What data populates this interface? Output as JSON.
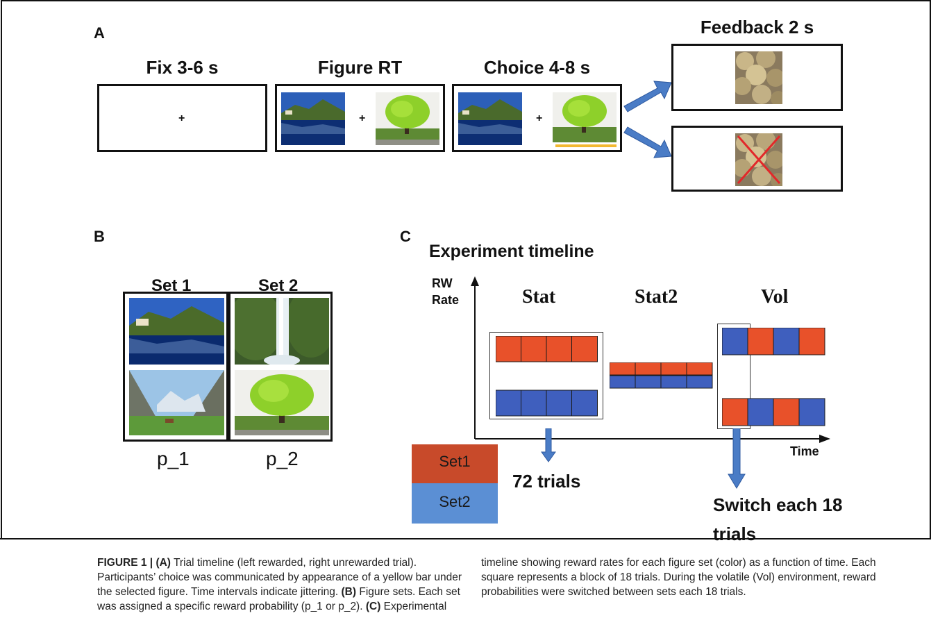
{
  "panels": {
    "a": "A",
    "b": "B",
    "c": "C"
  },
  "panelA": {
    "fix_label": "Fix 3-6 s",
    "figure_label": "Figure RT",
    "choice_label": "Choice 4-8 s",
    "feedback_label": "Feedback 2 s",
    "plus": "+"
  },
  "panelB": {
    "set1": "Set 1",
    "set2": "Set 2",
    "p1": "p_1",
    "p2": "p_2"
  },
  "panelC": {
    "title": "Experiment timeline",
    "yaxis": "RW\nRate",
    "yaxis_line1": "RW",
    "yaxis_line2": "Rate",
    "xaxis": "Time",
    "phases": [
      "Stat",
      "Stat2",
      "Vol"
    ],
    "legend": [
      "Set1",
      "Set2"
    ],
    "trials_note": "72 trials",
    "switch_note_line1": "Switch each 18",
    "switch_note_line2": "trials"
  },
  "colors": {
    "set1": "#e8512a",
    "set2": "#3f5fbe",
    "legend_set1": "#c84a2a",
    "legend_set2": "#5b8fd4",
    "arrow": "#4a7cc6",
    "yellow": "#f2b830"
  },
  "caption": {
    "fig": "FIGURE 1 |",
    "a_tag": "(A)",
    "a_text": " Trial timeline (left rewarded, right unrewarded trial). Participants’ choice was communicated by appearance of a yellow bar under the selected figure. Time intervals indicate jittering. ",
    "b_tag": "(B)",
    "b_text": " Figure sets. Each set was assigned a specific reward probability (p_1 or p_2). ",
    "c_tag": "(C)",
    "c_text_left": " Experimental",
    "c_text_right": "timeline showing reward rates for each figure set (color) as a function of time. Each square represents a block of 18 trials. During the volatile (Vol) environment, reward probabilities were switched between sets each 18 trials."
  }
}
